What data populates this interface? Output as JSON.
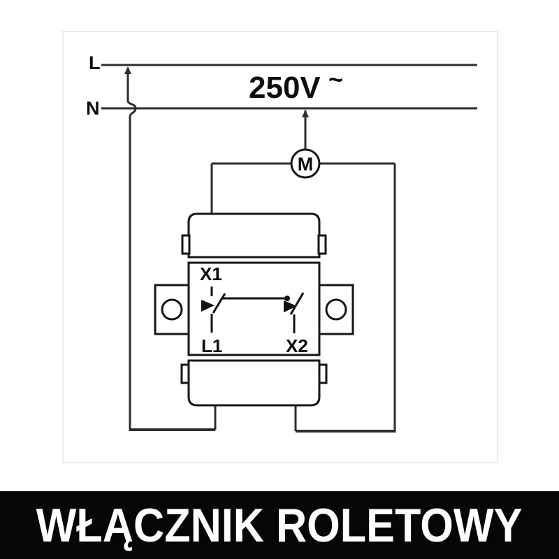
{
  "diagram": {
    "line_l_label": "L",
    "line_n_label": "N",
    "voltage_value": "250V",
    "voltage_tilde": "~",
    "motor_label": "M",
    "terminal_x1": "X1",
    "terminal_l1": "L1",
    "terminal_x2": "X2",
    "wire_color": "#2d2d2d",
    "device_color": "#161616",
    "label_color": "#0d0d0d"
  },
  "banner": {
    "title": "WŁĄCZNIK ROLETOWY",
    "background": "#060606",
    "text_color": "#ffffff"
  }
}
